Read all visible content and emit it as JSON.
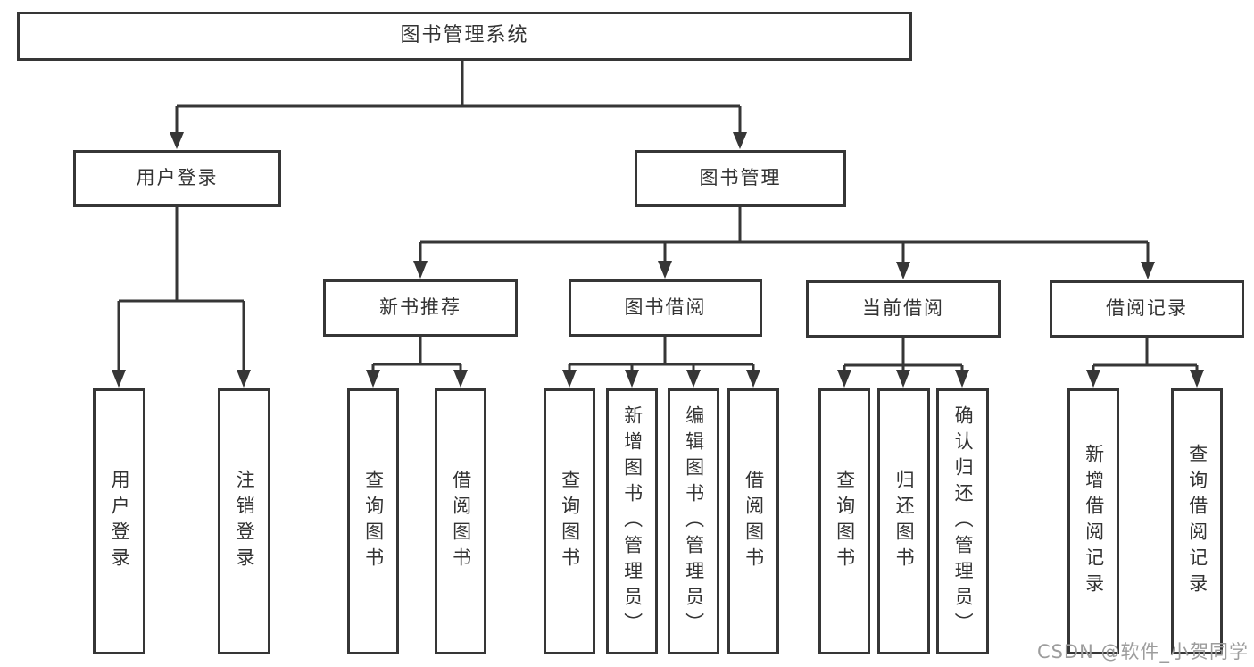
{
  "tree": {
    "root": {
      "label": "图书管理系统"
    },
    "branches": [
      {
        "label": "用户登录",
        "children": [
          {
            "label": "用户登录"
          },
          {
            "label": "注销登录"
          }
        ]
      },
      {
        "label": "图书管理",
        "children": [
          {
            "label": "新书推荐",
            "children": [
              {
                "label": "查询图书"
              },
              {
                "label": "借阅图书"
              }
            ]
          },
          {
            "label": "图书借阅",
            "children": [
              {
                "label": "查询图书"
              },
              {
                "label": "新增图书（管理员）"
              },
              {
                "label": "编辑图书（管理员）"
              },
              {
                "label": "借阅图书"
              }
            ]
          },
          {
            "label": "当前借阅",
            "children": [
              {
                "label": "查询图书"
              },
              {
                "label": "归还图书"
              },
              {
                "label": "确认归还（管理员）"
              }
            ]
          },
          {
            "label": "借阅记录",
            "children": [
              {
                "label": "新增借阅记录"
              },
              {
                "label": "查询借阅记录"
              }
            ]
          }
        ]
      }
    ]
  },
  "watermark": {
    "text": "CSDN @软件_小贺同学"
  },
  "colors": {
    "line": "#363636",
    "box_border": "#363636",
    "text": "#333333",
    "watermark": "#9c9c9c",
    "background": "#ffffff"
  }
}
